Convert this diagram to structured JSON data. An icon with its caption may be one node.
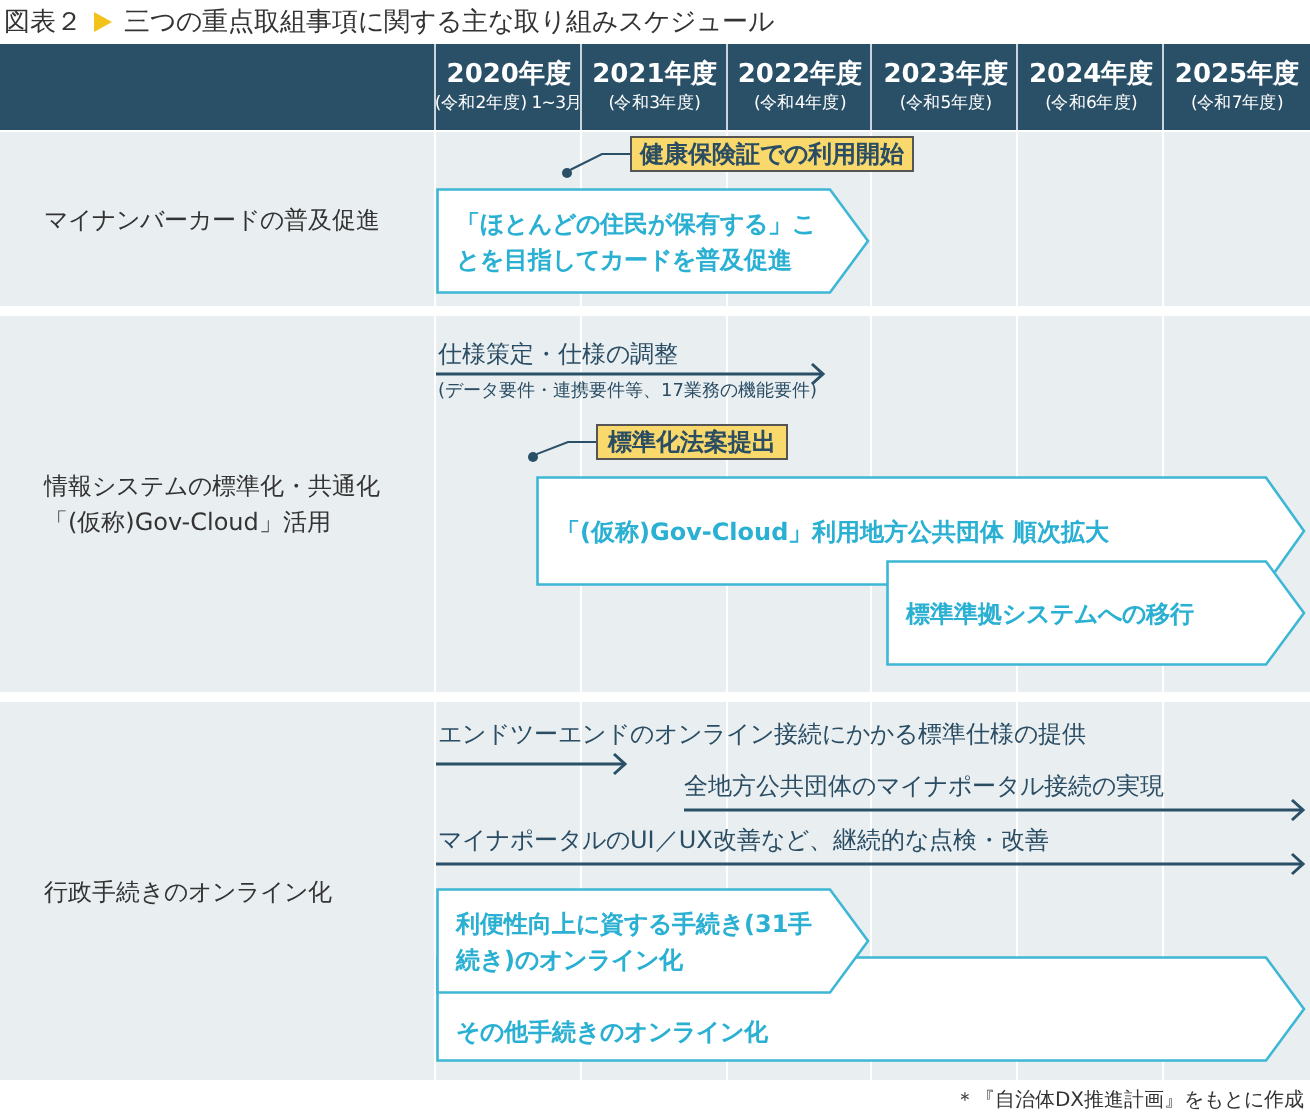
{
  "diagram": {
    "title": "三つの重点取組事項に関する主な取り組みスケジュール",
    "caption": "＊『自治体DX推進計画』をもとに作成",
    "nodes": [
      {
        "text": [
          "マイナンバーカードの普及促進"
        ]
      },
      {
        "text": [],
        "shape": "circle",
        "in": 0
      },
      {
        "text": [
          "健康保険証での利用開始"
        ],
        "in": 0
      },
      {
        "text": [
          "「ほとんどの住民が保有する」ことを目指してカードを普及促進"
        ],
        "in": 0
      },
      {
        "text": [
          "情報システムの標準化・共通化「(仮称)Gov-Cloud」活用"
        ]
      },
      {
        "text": [],
        "shape": "circle",
        "in": 4
      },
      {
        "text": [
          "標準化法案提出"
        ],
        "in": 4
      },
      {
        "text": [
          "「(仮称)Gov-Cloud」利用地方公共団体 順次拡大"
        ],
        "in": 4
      },
      {
        "text": [
          "標準準拠システムへの移行"
        ],
        "in": 4
      },
      {
        "text": [
          "行政手続きのオンライン化"
        ]
      },
      {
        "text": [
          "利便性向上に資する手続き(31手続き)のオンライン化"
        ],
        "in": 9
      },
      {
        "text": [
          "その他手続きのオンライン化"
        ],
        "in": 9
      }
    ],
    "edges": [
      {
        "from": 2,
        "to": 1,
        "arrow": "none"
      },
      {
        "from": 6,
        "to": 5,
        "arrow": "none"
      }
    ],
    "labels": [
      "図表２",
      "2020年度",
      "(令和2年度) 1~3月",
      "2021年度",
      "(令和3年度)",
      "2022年度",
      "(令和4年度)",
      "2023年度",
      "(令和5年度)",
      "2024年度",
      "(令和6年度)",
      "2025年度",
      "(令和7年度)",
      "仕様策定・仕様の調整",
      "(データ要件・連携要件等、17業務の機能要件)",
      "エンドツーエンドのオンライン接続にかかる標準仕様の提供",
      "全地方公共団体のマイナポータル接続の実現",
      "マイナポータルのUI／UX改善など、継続的な点検・改善"
    ]
  }
}
